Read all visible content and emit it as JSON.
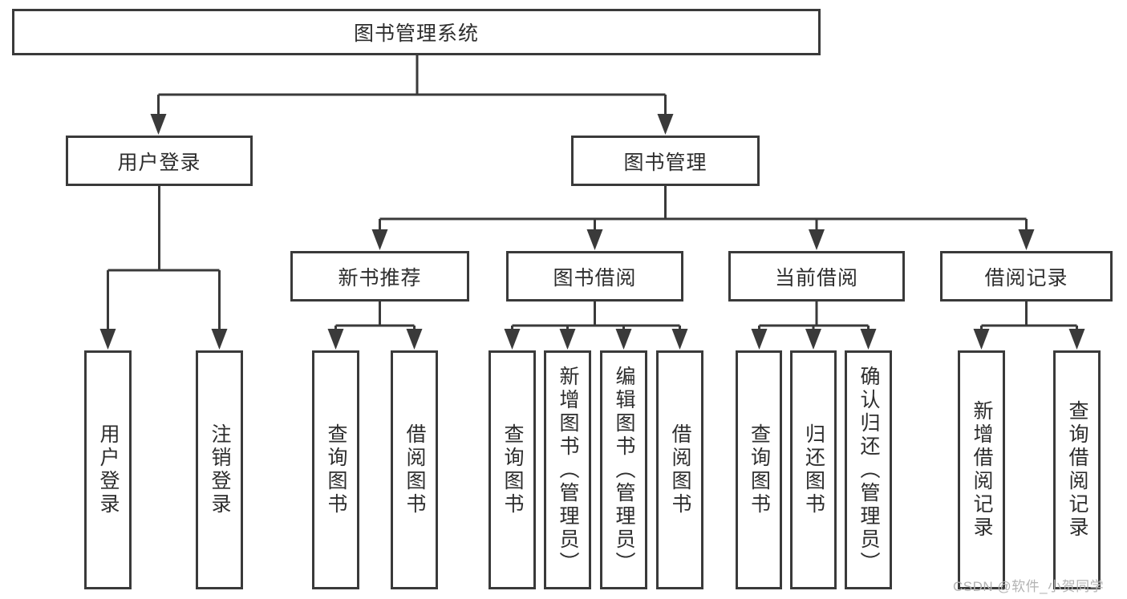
{
  "colors": {
    "line": "#3a3a3a",
    "text": "#2d2d2d",
    "box_background": "#ffffff",
    "watermark": "#b3b3b3"
  },
  "diagram": {
    "root": {
      "label": "图书管理系统"
    },
    "branches": [
      {
        "label": "用户登录",
        "leaves": [
          {
            "label": "用户登录"
          },
          {
            "label": "注销登录"
          }
        ]
      },
      {
        "label": "图书管理",
        "groups": [
          {
            "label": "新书推荐",
            "leaves": [
              {
                "label": "查询图书"
              },
              {
                "label": "借阅图书"
              }
            ]
          },
          {
            "label": "图书借阅",
            "leaves": [
              {
                "label": "查询图书"
              },
              {
                "label": "新增图书（管理员）"
              },
              {
                "label": "编辑图书（管理员）"
              },
              {
                "label": "借阅图书"
              }
            ]
          },
          {
            "label": "当前借阅",
            "leaves": [
              {
                "label": "查询图书"
              },
              {
                "label": "归还图书"
              },
              {
                "label": "确认归还（管理员）"
              }
            ]
          },
          {
            "label": "借阅记录",
            "leaves": [
              {
                "label": "新增借阅记录"
              },
              {
                "label": "查询借阅记录"
              }
            ]
          }
        ]
      }
    ]
  },
  "watermark": {
    "text": "CSDN @软件_小贺同学"
  }
}
